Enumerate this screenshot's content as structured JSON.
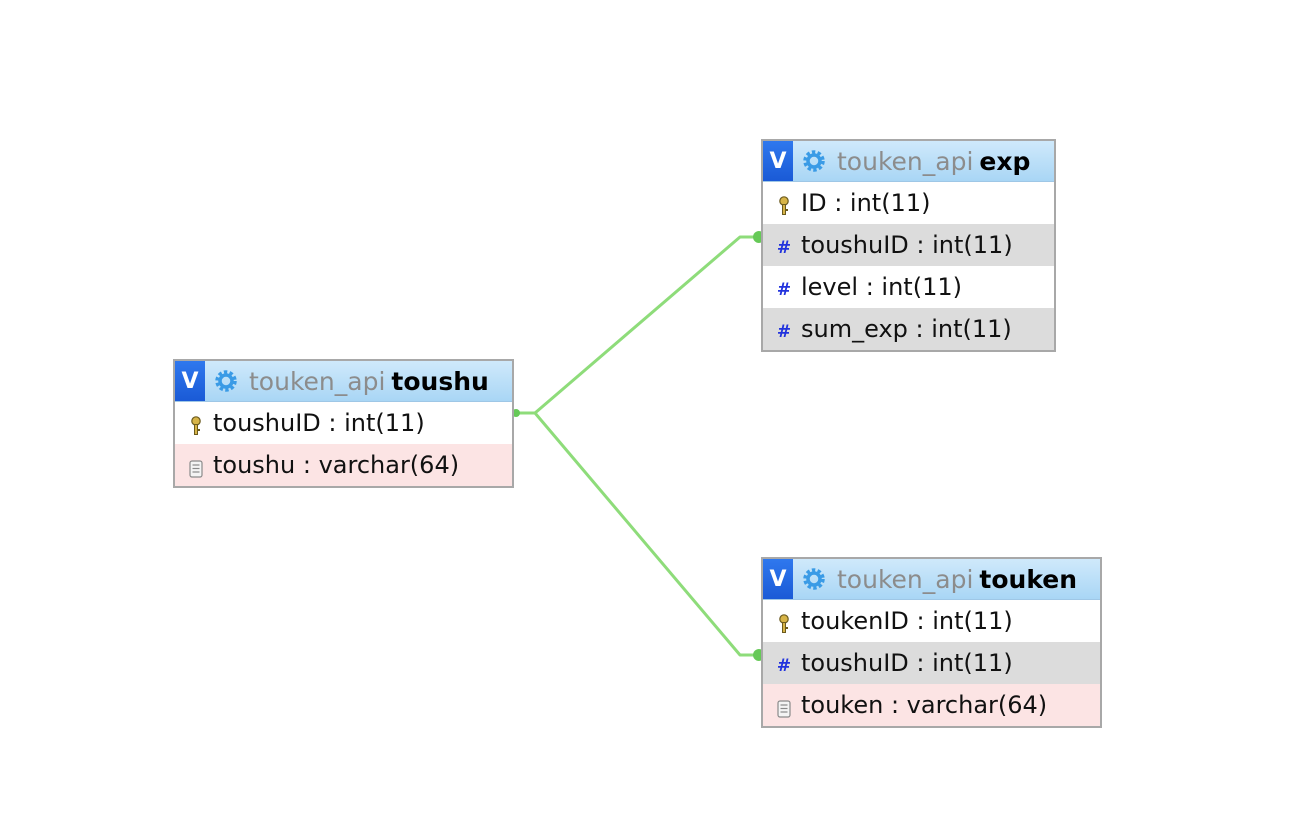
{
  "tables": {
    "toushu": {
      "db": "touken_api",
      "name": "toushu",
      "toggle": "V",
      "columns": [
        {
          "label": "toushuID : int(11)",
          "icon": "primary-key-icon"
        },
        {
          "label": "toushu : varchar(64)",
          "icon": "text-column-icon"
        }
      ]
    },
    "exp": {
      "db": "touken_api",
      "name": "exp",
      "toggle": "V",
      "columns": [
        {
          "label": "ID : int(11)",
          "icon": "primary-key-icon"
        },
        {
          "label": "toushuID : int(11)",
          "icon": "numeric-column-icon"
        },
        {
          "label": "level : int(11)",
          "icon": "numeric-column-icon"
        },
        {
          "label": "sum_exp : int(11)",
          "icon": "numeric-column-icon"
        }
      ]
    },
    "touken": {
      "db": "touken_api",
      "name": "touken",
      "toggle": "V",
      "columns": [
        {
          "label": "toukenID : int(11)",
          "icon": "primary-key-icon"
        },
        {
          "label": "toushuID : int(11)",
          "icon": "numeric-column-icon"
        },
        {
          "label": "touken : varchar(64)",
          "icon": "text-column-icon"
        }
      ]
    }
  },
  "relations": [
    {
      "from": "toushu.toushuID",
      "to": "exp.toushuID"
    },
    {
      "from": "toushu.toushuID",
      "to": "touken.toushuID"
    }
  ],
  "colors": {
    "relation_line": "#8edc7a",
    "header_accent": "#1a5ad6",
    "numeric_icon": "#2233dd"
  }
}
